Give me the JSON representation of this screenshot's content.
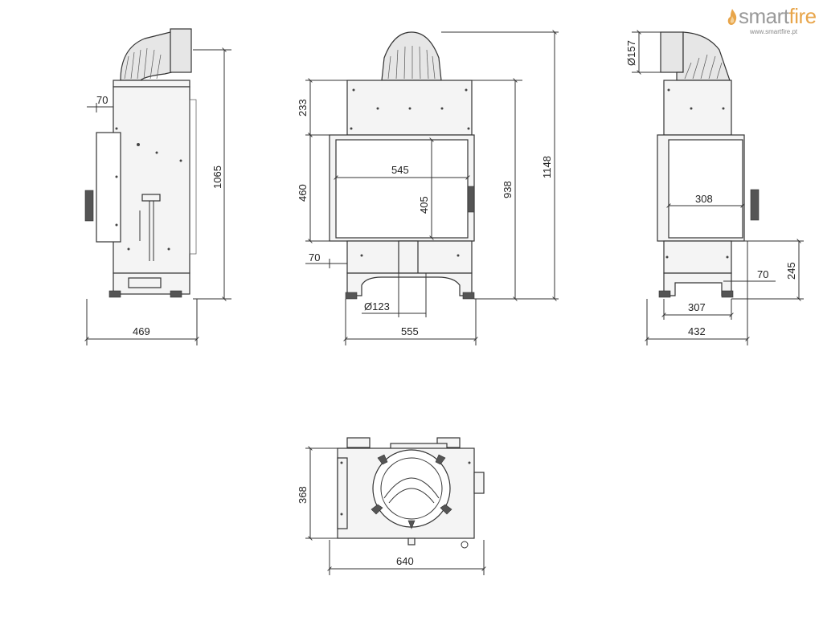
{
  "brand": {
    "name_a": "smart",
    "name_b": "fire",
    "url": "www.smartfire.pt",
    "accent_color": "#e8a54a",
    "text_color": "#9a9a9a"
  },
  "dimensions": {
    "side_left_offset": "70",
    "side_left_height": "1065",
    "side_left_depth": "469",
    "front_top": "233",
    "front_door_height": "460",
    "front_glass_width": "545",
    "front_glass_height": "405",
    "front_bottom_offset": "70",
    "front_outlet_diameter": "Ø123",
    "front_width": "555",
    "front_height_938": "938",
    "front_height_1148": "1148",
    "right_flue_diameter": "Ø157",
    "right_glass_width": "308",
    "right_offset": "70",
    "right_floor_height": "245",
    "right_base_width": "307",
    "right_width": "432",
    "top_depth": "368",
    "top_width": "640"
  }
}
